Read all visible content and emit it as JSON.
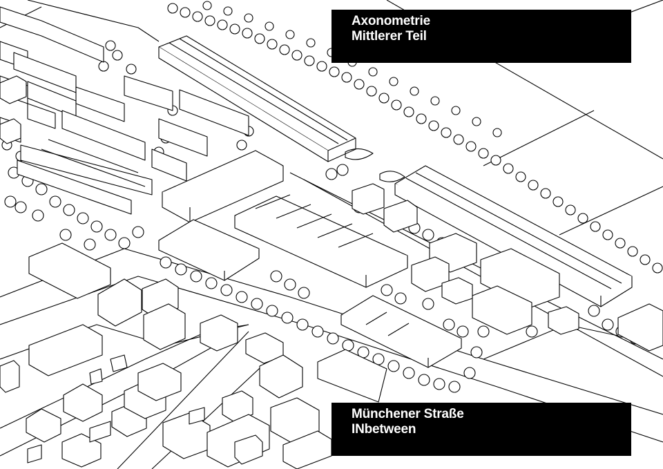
{
  "title_box": {
    "line1": "Axonometrie",
    "line2": "Mittlerer Teil"
  },
  "subtitle_box": {
    "line1": "Münchener Straße",
    "line2": "INbetween"
  },
  "colors": {
    "background": "#ffffff",
    "ink": "#000000",
    "label_background": "#000000",
    "label_text": "#ffffff"
  }
}
